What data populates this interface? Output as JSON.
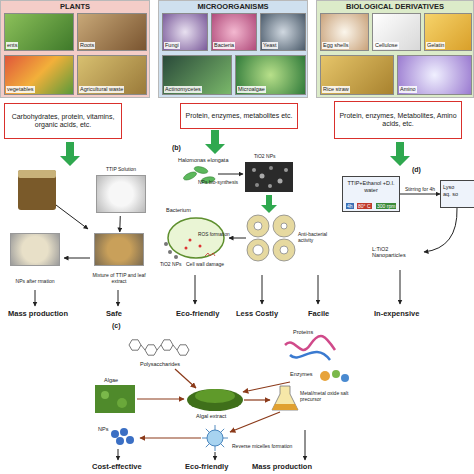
{
  "diagram": {
    "nodes": [
      {
        "text": [
          "PLANTS"
        ]
      },
      {
        "text": [
          "ents"
        ],
        "in": 0
      },
      {
        "text": [
          "Roots"
        ],
        "in": 0
      },
      {
        "text": [
          "vegetables"
        ],
        "in": 0
      },
      {
        "text": [
          "Agricultural waste"
        ],
        "in": 0
      },
      {
        "text": [
          "MICROORGANISMS"
        ]
      },
      {
        "text": [
          "Fungi"
        ],
        "in": 5
      },
      {
        "text": [
          "Bacteria"
        ],
        "in": 5
      },
      {
        "text": [
          "Yeast"
        ],
        "in": 5
      },
      {
        "text": [
          "Actinomycetes"
        ],
        "in": 5
      },
      {
        "text": [
          "Microalgae"
        ],
        "in": 5
      },
      {
        "text": [
          "BIOLOGICAL DERIVATIVES"
        ]
      },
      {
        "text": [
          "Egg shells"
        ],
        "in": 11
      },
      {
        "text": [
          "Cellulose"
        ],
        "in": 11
      },
      {
        "text": [
          "Gelatin"
        ],
        "in": 11
      },
      {
        "text": [
          "Rice straw"
        ],
        "in": 11
      },
      {
        "text": [
          "Amino"
        ],
        "in": 11
      },
      {
        "text": [
          "Carbohydrates, protein, vitamins, organic acids, etc."
        ]
      },
      {
        "text": [
          "Protein, enzymes, metabolites etc."
        ]
      },
      {
        "text": [
          "Protein, enzymes, Metabolites, Amino acids, etc."
        ]
      },
      {
        "text": [
          "TTIP Solution"
        ]
      },
      {
        "text": [
          "Mixture of TTIP and leaf extract"
        ]
      },
      {
        "text": [
          "NPs after rmation"
        ]
      },
      {
        "text": [
          "TTIP+Ethanol +D.I. water",
          "4h",
          "80° C",
          "300 rpm"
        ]
      },
      {
        "text": [
          "Lyso",
          "aq. so"
        ]
      }
    ],
    "edges": [
      {
        "from": 20,
        "to": 21,
        "arrow": "to"
      },
      {
        "from": 21,
        "to": 22,
        "arrow": "to"
      },
      {
        "from": 23,
        "to": 24,
        "label": "Stirring for 4h",
        "arrow": "to"
      }
    ],
    "labels": [
      "(b)",
      "Halomonas elongata",
      "NPs bio-synthesis",
      "TiO2 NPs",
      "Anti-bacterial activity",
      "Bacterium",
      "ROS formation",
      "Cell wall damage",
      "TiO2 NPs",
      "Mass production",
      "Safe",
      "Eco-friendly",
      "Less Costly",
      "Facile",
      "(d)",
      "L:TiO2 Nanoparticles",
      "In-expensive",
      "(c)",
      "Polysaccharides",
      "Proteins",
      "Enzymes",
      "Algae",
      "Algal extract",
      "NPs",
      "Reverse micelles formation",
      "Metal/metal oxide salt precursor",
      "Cost-effective",
      "Eco-friendly",
      "Mass production"
    ]
  }
}
